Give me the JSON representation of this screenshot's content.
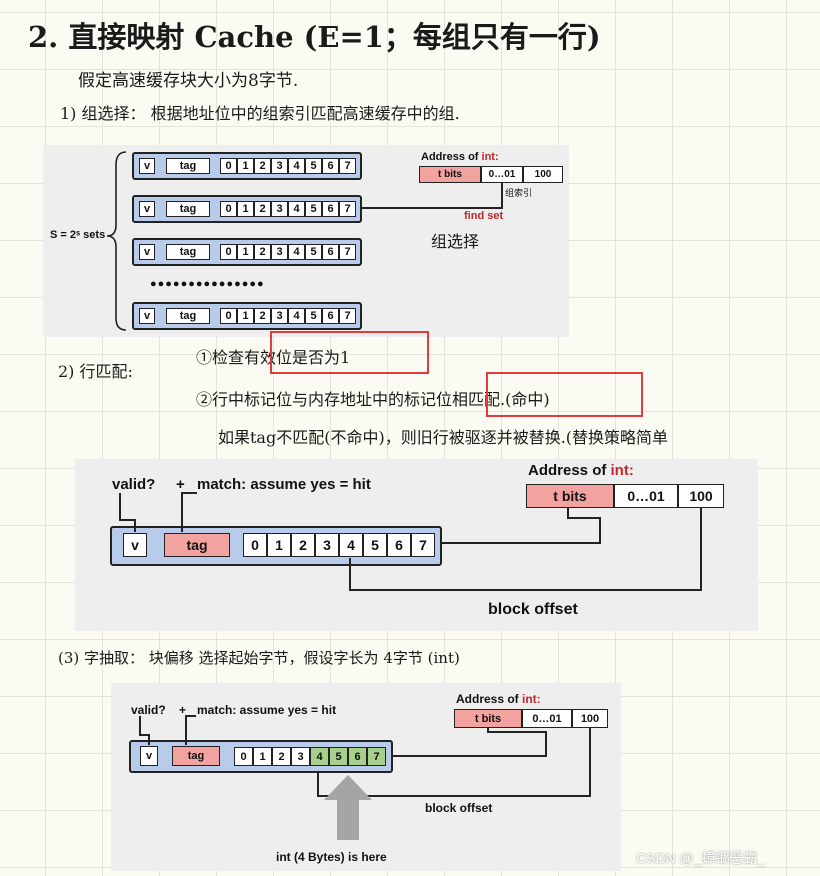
{
  "title": "2. 直接映射 Cache (E=1；每组只有一行)",
  "line_block_size": "假定高速缓存块大小为8字节.",
  "step1": "1) 组选择：  根据地址位中的组索引匹配高速缓存中的组.",
  "fig1": {
    "s_label": "S = 2ˢ sets",
    "valid": "v",
    "tag": "tag",
    "bytes": [
      "0",
      "1",
      "2",
      "3",
      "4",
      "5",
      "6",
      "7"
    ],
    "address_label": "Address of ",
    "address_int": "int:",
    "t_bits": "t bits",
    "mid": "0…01",
    "offset_bits": "100",
    "index_note": "组索引",
    "find_set": "find set",
    "dots": "●●●●●●●●●●●●●●●",
    "hand_note": "组选择"
  },
  "step2": "2) 行匹配:",
  "step2_a": "①检查有效位是否为1",
  "step2_b": "②行中标记位与内存地址中的标记位相匹配.(命中)",
  "step2_c": "如果tag不匹配(不命中)，则旧行被驱逐并被替换.(替换策略简单",
  "fig2": {
    "valid_q": "valid?",
    "plus": "+",
    "match": "match: assume yes = hit",
    "address_label": "Address of ",
    "address_int": "int:",
    "t_bits": "t bits",
    "mid": "0…01",
    "offset_bits": "100",
    "valid": "v",
    "tag": "tag",
    "bytes": [
      "0",
      "1",
      "2",
      "3",
      "4",
      "5",
      "6",
      "7"
    ],
    "block_offset": "block offset"
  },
  "step3": "(3) 字抽取：  块偏移 选择起始字节，假设字长为 4字节 (int)",
  "fig3": {
    "valid_q": "valid?",
    "plus": "+",
    "match": "match: assume yes = hit",
    "address_label": "Address of ",
    "address_int": "int:",
    "t_bits": "t bits",
    "mid": "0…01",
    "offset_bits": "100",
    "valid": "v",
    "tag": "tag",
    "bytes": [
      "0",
      "1",
      "2",
      "3",
      "4",
      "5",
      "6",
      "7"
    ],
    "block_offset": "block offset",
    "int_here": "int (4 Bytes) is here"
  },
  "watermark": "CSDN @_蟑螂恶霸_",
  "colors": {
    "row_fill": "#b9cbea",
    "tag_fill": "#f2a3a0",
    "byte_highlight": "#a8d08d",
    "red": "#c0282c",
    "highlight_box": "#e23b3b"
  }
}
